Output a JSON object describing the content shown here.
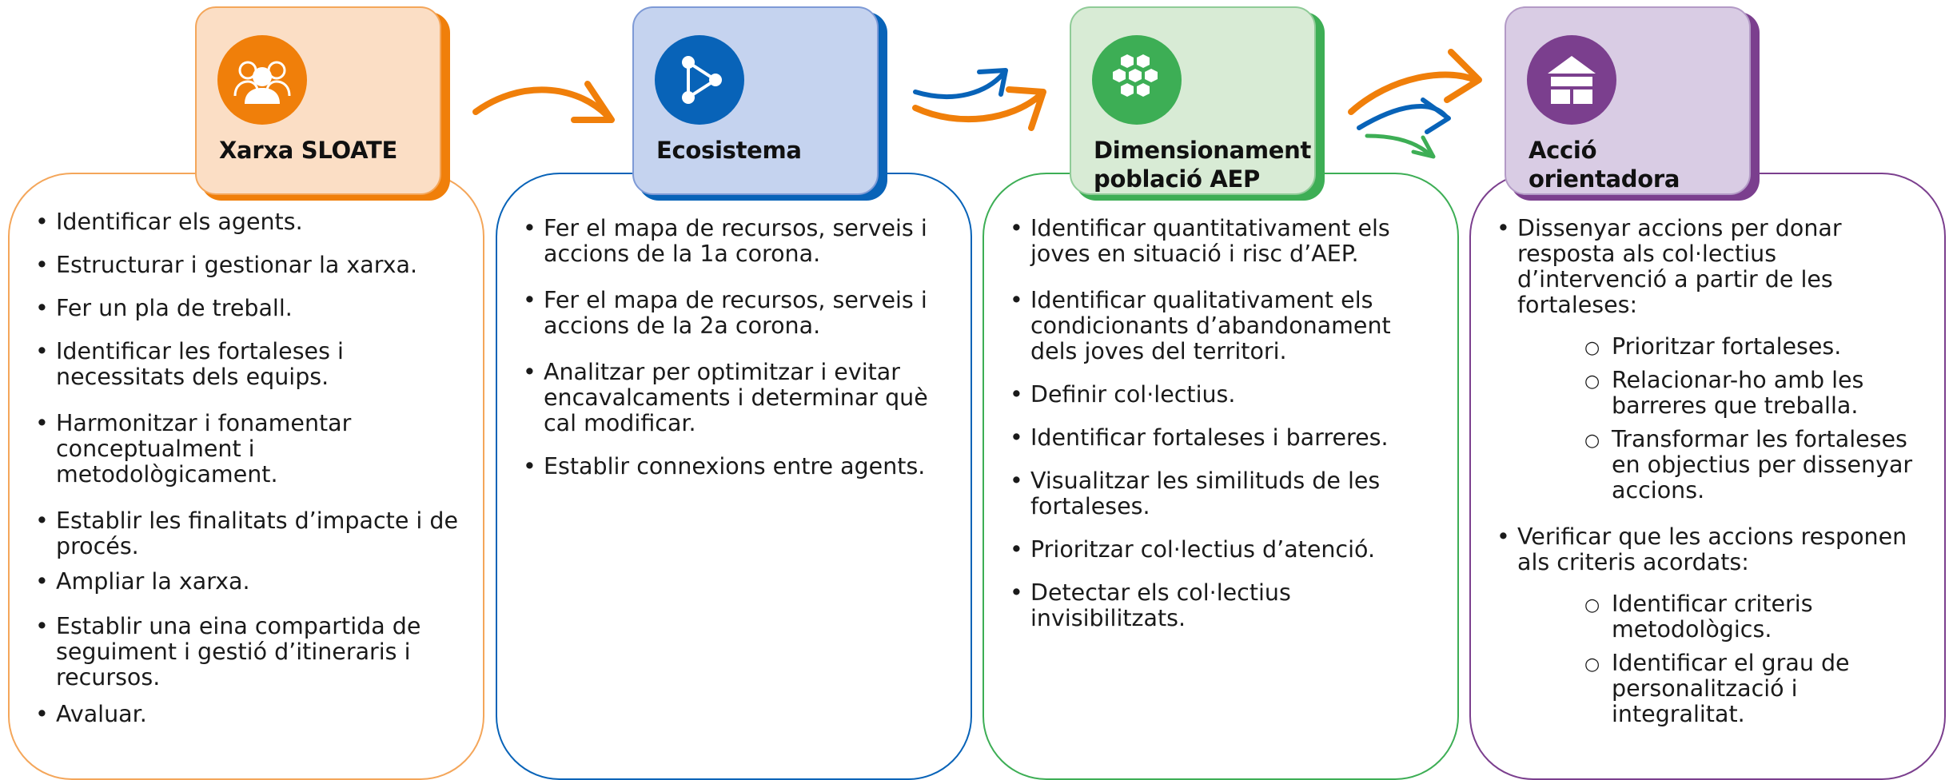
{
  "colors": {
    "orange": "#F07F0A",
    "orange_light": "#FBDEC5",
    "blue": "#0863B8",
    "blue_light": "#C5D3EF",
    "green": "#3DAE55",
    "green_light": "#D8EBD5",
    "purple": "#7B3F8E",
    "purple_light": "#D9CCE4"
  },
  "columns": [
    {
      "title": "Xarxa SLOATE",
      "icon": "people-group-icon",
      "items": [
        {
          "text": "Identificar els agents."
        },
        {
          "text": "Estructurar i gestionar la xarxa."
        },
        {
          "text": "Fer un pla de treball."
        },
        {
          "text": "Identificar les fortaleses i necessitats dels equips."
        },
        {
          "text": "Harmonitzar i fonamentar conceptualment i metodològicament."
        },
        {
          "text": "Establir les finalitats d’impacte i de procés."
        },
        {
          "text": "Ampliar la xarxa."
        },
        {
          "text": "Establir una eina compartida de seguiment i gestió d’itineraris i recursos."
        },
        {
          "text": "Avaluar."
        }
      ]
    },
    {
      "title": "Ecosistema",
      "icon": "network-nodes-icon",
      "items": [
        {
          "text": "Fer el mapa de recursos, serveis i accions de la 1a corona."
        },
        {
          "text": "Fer el mapa de recursos, serveis i accions de la 2a corona."
        },
        {
          "text": "Analitzar per optimitzar i evitar encavalcaments i determinar què cal modificar."
        },
        {
          "text": "Establir connexions entre agents."
        }
      ]
    },
    {
      "title": "Dimensionament població AEP",
      "icon": "hexagon-cluster-icon",
      "items": [
        {
          "text": "Identificar quantitativament els joves en situació i risc d’AEP."
        },
        {
          "text": "Identificar  qualitativament els condicionants d’abandonament dels joves del territori."
        },
        {
          "text": "Definir col·lectius."
        },
        {
          "text": "Identificar fortaleses i barreres."
        },
        {
          "text": "Visualitzar les similituds de les fortaleses."
        },
        {
          "text": "Prioritzar col·lectius d’atenció."
        },
        {
          "text": "Detectar els col·lectius invisibilitzats."
        }
      ]
    },
    {
      "title": "Acció orientadora",
      "icon": "house-icon",
      "items": [
        {
          "text": "Dissenyar accions per donar resposta als col·lectius d’intervenció a partir de les fortaleses:",
          "sub": [
            "Prioritzar fortaleses.",
            "Relacionar-ho amb les barreres que treballa.",
            "Transformar les fortaleses en objectius per dissenyar accions."
          ]
        },
        {
          "text": "Verificar que les accions responen als criteris acordats:",
          "sub": [
            "Identificar criteris metodològics.",
            "Identificar el grau de personalització i integralitat."
          ]
        }
      ]
    }
  ]
}
